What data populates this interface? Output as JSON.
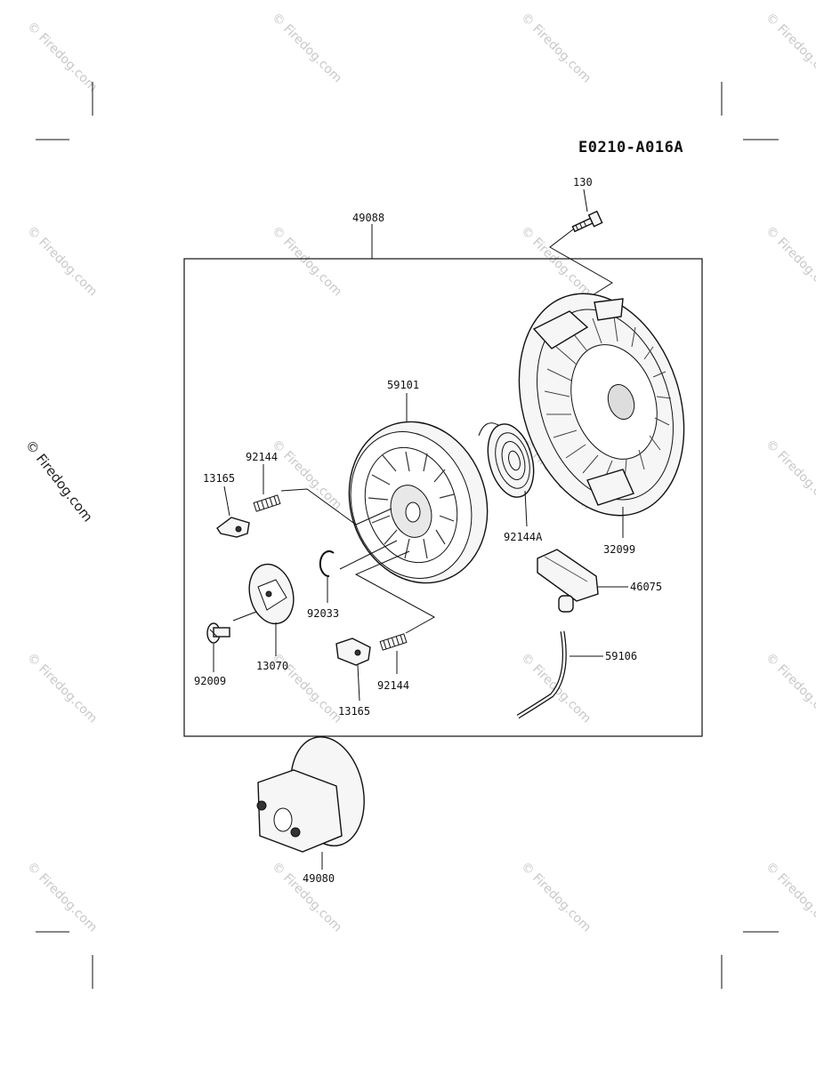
{
  "diagram": {
    "code": "E0210-A016A",
    "watermark": "© Firedog.com",
    "side_watermark": "© Firedog.com",
    "labels": {
      "p130": "130",
      "p49088": "49088",
      "p59101": "59101",
      "p92144_top": "92144",
      "p13165_top": "13165",
      "p92144a": "92144A",
      "p32099": "32099",
      "p46075": "46075",
      "p92033": "92033",
      "p92009": "92009",
      "p13070": "13070",
      "p92144_bottom": "92144",
      "p13165_bottom": "13165",
      "p59106": "59106",
      "p49080": "49080"
    }
  }
}
